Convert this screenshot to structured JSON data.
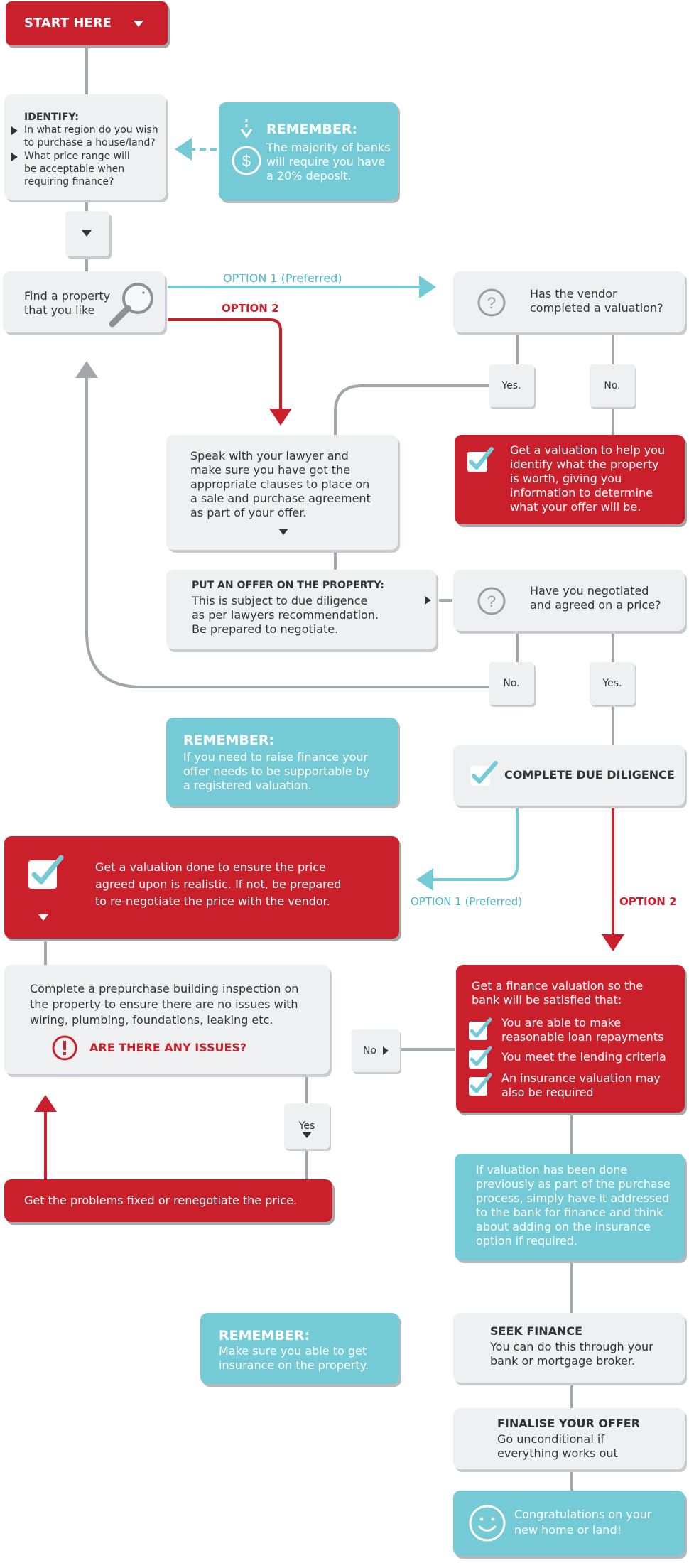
{
  "start": {
    "label": "START HERE"
  },
  "identify": {
    "heading": "IDENTIFY:",
    "q1_l1": "In what region do you wish",
    "q1_l2": "to purchase a house/land?",
    "q2_l1": "What price range will",
    "q2_l2": "be acceptable when",
    "q2_l3": "requiring finance?"
  },
  "remember_deposit": {
    "heading": "REMEMBER:",
    "l1": "The majority of banks",
    "l2": "will require you have",
    "l3": "a 20% deposit."
  },
  "find_property": {
    "l1": "Find a property",
    "l2": "that you like"
  },
  "option1_top": "OPTION 1 (Preferred)",
  "option2_top": "OPTION 2",
  "vendor_question": {
    "l1": "Has the vendor",
    "l2": "completed a valuation?"
  },
  "tags": {
    "yes1": "Yes.",
    "no1": "No.",
    "no2": "No.",
    "yes2": "Yes.",
    "no_issue": "No",
    "yes_issue": "Yes"
  },
  "get_valuation": {
    "l1": "Get a valuation to help you",
    "l2": "identify what the property",
    "l3": "is worth, giving you",
    "l4": "information to determine",
    "l5": "what your offer will be."
  },
  "lawyer": {
    "l1": "Speak with your lawyer and",
    "l2": "make sure you have got the",
    "l3": "appropriate clauses to place on",
    "l4": "a sale and purchase agreement",
    "l5": "as part of your offer."
  },
  "offer": {
    "heading": "PUT AN OFFER ON THE PROPERTY:",
    "l1": "This is subject to due diligence",
    "l2": "as per lawyers recommendation.",
    "l3": "Be prepared to negotiate."
  },
  "negotiated_question": {
    "l1": "Have you negotiated",
    "l2": "and agreed on a price?"
  },
  "remember_finance": {
    "heading": "REMEMBER:",
    "l1": "If you need to raise finance your",
    "l2": "offer needs to be supportable by",
    "l3": "a registered valuation."
  },
  "due_diligence": {
    "label": "COMPLETE DUE DILIGENCE"
  },
  "option1_mid": "OPTION 1 (Preferred)",
  "option2_mid": "OPTION 2",
  "valuation_done": {
    "l1": "Get a valuation done to ensure the price",
    "l2": "agreed upon is realistic. If not, be prepared",
    "l3": "to re-negotiate the price with the vendor."
  },
  "inspection": {
    "l1": "Complete a prepurchase building inspection on",
    "l2": "the property to ensure there are no issues with",
    "l3": "wiring, plumbing, foundations, leaking etc.",
    "issue_q": "ARE THERE ANY ISSUES?"
  },
  "finance_valuation": {
    "l1": "Get a finance valuation so the",
    "l2": "bank will be satisfied that:",
    "c1_l1": "You are able to make",
    "c1_l2": "reasonable loan repayments",
    "c2": "You meet the lending criteria",
    "c3_l1": "An insurance valuation may",
    "c3_l2": "also be required"
  },
  "fix_problems": {
    "label": "Get the problems fixed or renegotiate the price."
  },
  "previous_valuation": {
    "l1": "If valuation has been done",
    "l2": "previously as part of the purchase",
    "l3": "process, simply have it addressed",
    "l4": "to the bank for finance and think",
    "l5": "about adding on the insurance",
    "l6": "option if required."
  },
  "remember_insurance": {
    "heading": "REMEMBER:",
    "l1": "Make sure you able to get",
    "l2": "insurance on the property."
  },
  "seek_finance": {
    "heading": "SEEK FINANCE",
    "l1": "You can do this through your",
    "l2": "bank or mortgage broker."
  },
  "finalise": {
    "heading": "FINALISE YOUR OFFER",
    "l1": "Go unconditional if",
    "l2": "everything works out"
  },
  "congrats": {
    "l1": "Congratulations on your",
    "l2": "new home or land!"
  },
  "colors": {
    "red": "#c9202b",
    "teal": "#74cbd6",
    "grey_box": "#eef0f2",
    "connector": "#a3a6a9",
    "teal_text": "#4fb8c9"
  },
  "icons": [
    "chevron-down-icon",
    "dollar-icon",
    "magnifier-icon",
    "question-icon",
    "checkmark-icon",
    "alert-icon",
    "smiley-icon"
  ]
}
